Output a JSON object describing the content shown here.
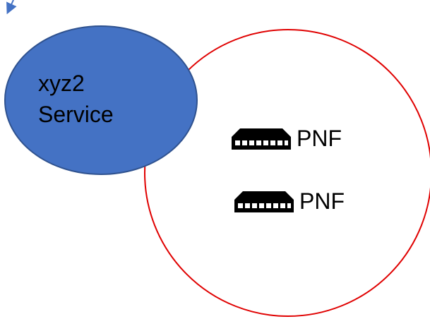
{
  "diagram": {
    "service": {
      "line1": "xyz2",
      "line2": "Service",
      "fill": "#4472c4",
      "stroke": "#2f528f"
    },
    "domain": {
      "stroke": "#e00000",
      "fill": "#ffffff"
    },
    "connector": {
      "color": "#4472c4"
    },
    "nodes": [
      {
        "label": "PNF",
        "icon": "network-switch-icon"
      },
      {
        "label": "PNF",
        "icon": "network-switch-icon"
      }
    ]
  }
}
